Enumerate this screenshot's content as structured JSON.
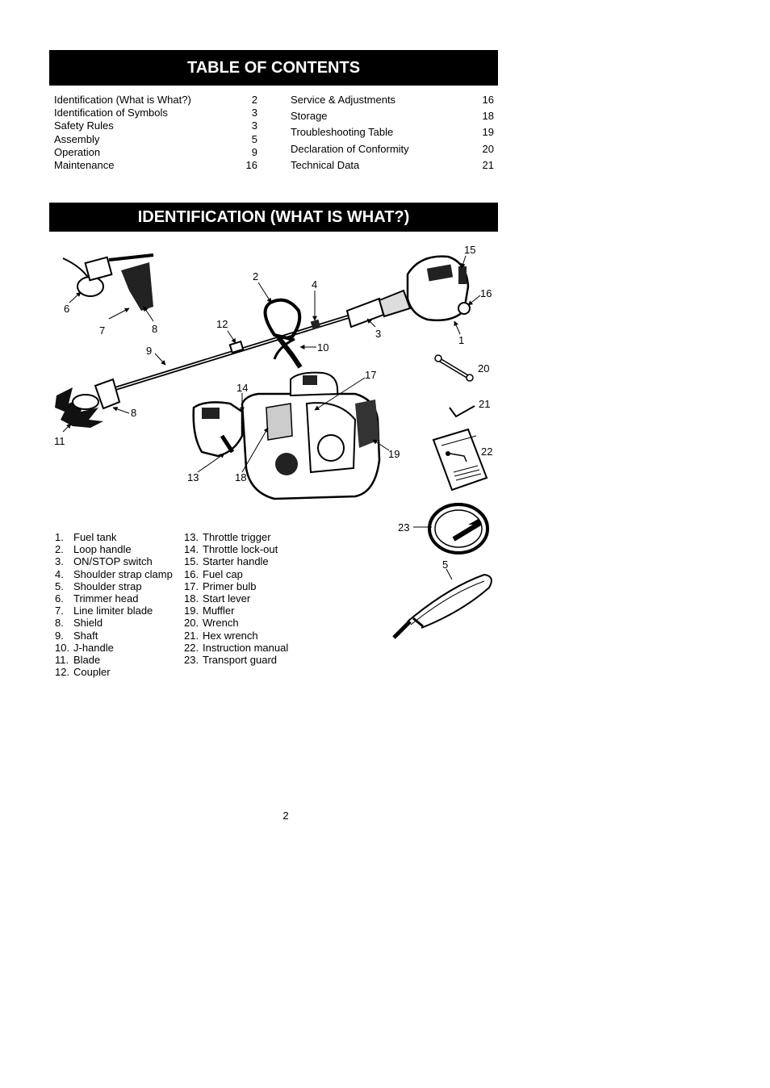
{
  "toc": {
    "title": "TABLE OF CONTENTS",
    "left": [
      {
        "label": "Identification (What is What?)",
        "page": "2"
      },
      {
        "label": "Identification of Symbols",
        "page": "3"
      },
      {
        "label": "Safety Rules",
        "page": "3"
      },
      {
        "label": "Assembly",
        "page": "5"
      },
      {
        "label": "Operation",
        "page": "9"
      },
      {
        "label": "Maintenance",
        "page": "16"
      }
    ],
    "right": [
      {
        "label": "Service & Adjustments",
        "page": "16"
      },
      {
        "label": "Storage",
        "page": "18"
      },
      {
        "label": "Troubleshooting Table",
        "page": "19"
      },
      {
        "label": "Declaration of Conformity",
        "page": "20"
      },
      {
        "label": "Technical Data",
        "page": "21"
      }
    ]
  },
  "identification": {
    "title": "IDENTIFICATION  (WHAT IS WHAT?)",
    "callouts": {
      "c1": "1",
      "c2": "2",
      "c3": "3",
      "c4": "4",
      "c5": "5",
      "c6": "6",
      "c7": "7",
      "c8a": "8",
      "c8b": "8",
      "c9": "9",
      "c10": "10",
      "c11": "11",
      "c12": "12",
      "c13": "13",
      "c14": "14",
      "c15": "15",
      "c16": "16",
      "c17": "17",
      "c18": "18",
      "c19": "19",
      "c20": "20",
      "c21": "21",
      "c22": "22",
      "c23": "23"
    },
    "legend_a": [
      {
        "n": "1.",
        "label": "Fuel tank"
      },
      {
        "n": "2.",
        "label": "Loop handle"
      },
      {
        "n": "3.",
        "label": "ON/STOP switch"
      },
      {
        "n": "4.",
        "label": "Shoulder strap clamp"
      },
      {
        "n": "5.",
        "label": "Shoulder strap"
      },
      {
        "n": "6.",
        "label": "Trimmer head"
      },
      {
        "n": "7.",
        "label": "Line limiter blade"
      },
      {
        "n": "8.",
        "label": "Shield"
      },
      {
        "n": "9.",
        "label": "Shaft"
      },
      {
        "n": "10.",
        "label": "J-handle"
      },
      {
        "n": "11.",
        "label": "Blade"
      },
      {
        "n": "12.",
        "label": "Coupler"
      }
    ],
    "legend_b": [
      {
        "n": "13.",
        "label": "Throttle trigger"
      },
      {
        "n": "14.",
        "label": "Throttle lock-out"
      },
      {
        "n": "15.",
        "label": "Starter handle"
      },
      {
        "n": "16.",
        "label": "Fuel cap"
      },
      {
        "n": "17.",
        "label": "Primer bulb"
      },
      {
        "n": "18.",
        "label": "Start lever"
      },
      {
        "n": "19.",
        "label": "Muffler"
      },
      {
        "n": "20.",
        "label": "Wrench"
      },
      {
        "n": "21.",
        "label": "Hex wrench"
      },
      {
        "n": "22.",
        "label": "Instruction manual"
      },
      {
        "n": "23.",
        "label": "Transport guard"
      }
    ]
  },
  "page_number": "2"
}
